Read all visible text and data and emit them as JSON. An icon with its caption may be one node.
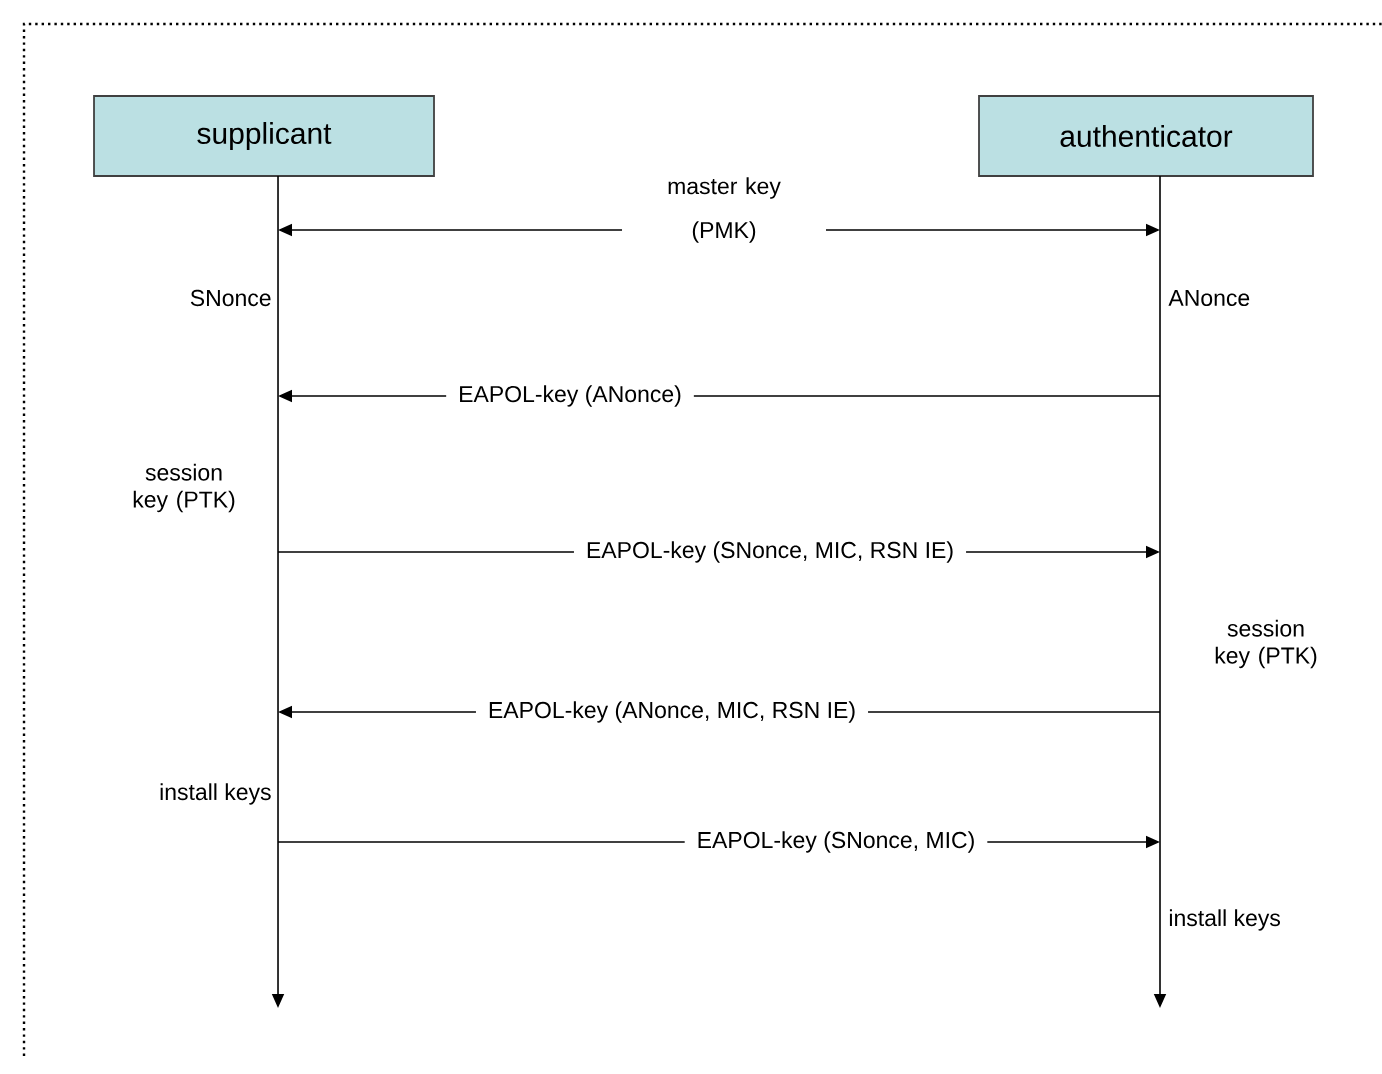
{
  "diagram": {
    "nodes": [
      {
        "text": [
          "supplicant"
        ]
      },
      {
        "text": [
          "authenticator"
        ]
      },
      {
        "text": [],
        "shape": "bar"
      },
      {
        "text": [],
        "shape": "bar"
      }
    ],
    "edges": [
      {
        "from": 2,
        "to": 3,
        "arrow": "both",
        "label": "master key (PMK)"
      },
      {
        "from": 3,
        "to": 2,
        "arrow": "to",
        "label": "EAPOL-key (ANonce)"
      },
      {
        "from": 2,
        "to": 3,
        "arrow": "to",
        "label": "EAPOL-key (SNonce, MIC, RSN IE)"
      },
      {
        "from": 3,
        "to": 2,
        "arrow": "to",
        "label": "EAPOL-key (ANonce, MIC, RSN IE)"
      },
      {
        "from": 2,
        "to": 3,
        "arrow": "to",
        "label": "EAPOL-key (SNonce, MIC)"
      }
    ],
    "labels": [
      "SNonce",
      "ANonce",
      "session key (PTK)",
      "session key (PTK)",
      "install keys",
      "install keys"
    ]
  }
}
